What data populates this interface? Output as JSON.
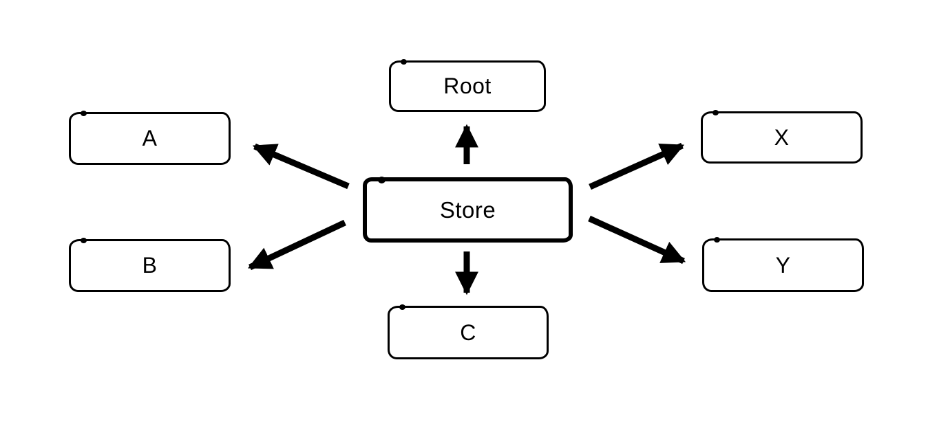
{
  "diagram": {
    "background_color": "#ffffff",
    "stroke_color": "#000000",
    "style": "hand-drawn sketch, black outlines on white",
    "nodes": {
      "root": {
        "label": "Root"
      },
      "a": {
        "label": "A"
      },
      "b": {
        "label": "B"
      },
      "store": {
        "label": "Store",
        "emphasized": true
      },
      "x": {
        "label": "X"
      },
      "y": {
        "label": "Y"
      },
      "c": {
        "label": "C"
      }
    },
    "edges": [
      {
        "from": "Store",
        "to": "Root",
        "direction": "up"
      },
      {
        "from": "Store",
        "to": "A",
        "direction": "up-left"
      },
      {
        "from": "Store",
        "to": "B",
        "direction": "down-left"
      },
      {
        "from": "Store",
        "to": "C",
        "direction": "down"
      },
      {
        "from": "Store",
        "to": "X",
        "direction": "up-right"
      },
      {
        "from": "Store",
        "to": "Y",
        "direction": "down-right"
      }
    ]
  }
}
